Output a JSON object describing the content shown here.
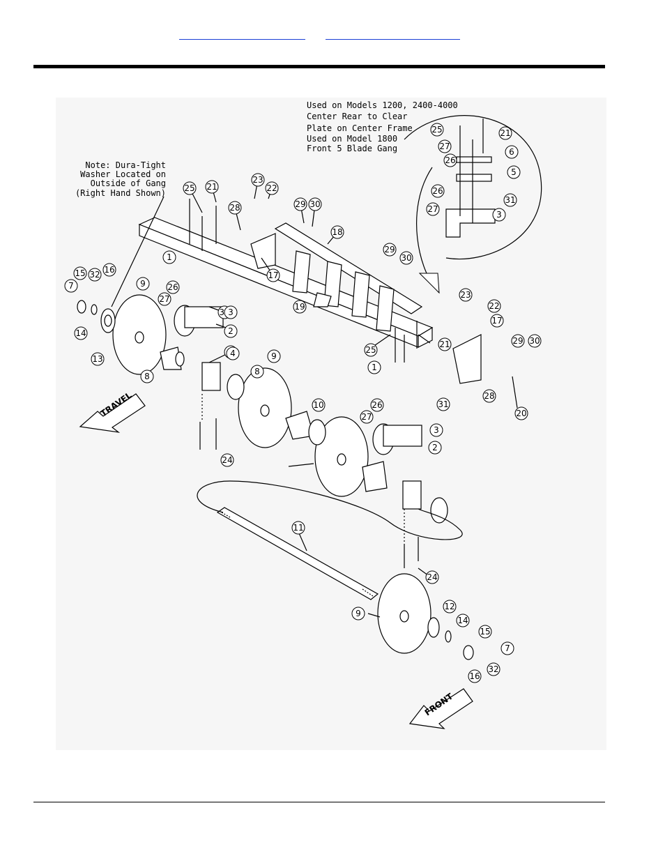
{
  "header": {
    "links": [
      "",
      ""
    ]
  },
  "diagram": {
    "notes": {
      "center_rear_lines": [
        "Used on Models 1200, 2400-4000",
        "Center Rear to Clear",
        "Plate on Center Frame",
        "Used on Model 1800",
        "Front 5 Blade Gang"
      ],
      "dura_tight_lines": [
        "Note: Dura-Tight",
        "Washer Located on",
        "Outside of Gang",
        "(Right Hand Shown)"
      ]
    },
    "arrows": {
      "travel": "TRAVEL",
      "front": "FRONT"
    },
    "callouts": [
      "25",
      "21",
      "23",
      "22",
      "28",
      "29",
      "30",
      "18",
      "1",
      "17",
      "31",
      "26",
      "27",
      "3",
      "2",
      "4",
      "7",
      "15",
      "32",
      "16",
      "14",
      "13",
      "9",
      "8",
      "19",
      "29",
      "30",
      "23",
      "22",
      "21",
      "25",
      "17",
      "29",
      "30",
      "28",
      "20",
      "1",
      "26",
      "27",
      "31",
      "3",
      "2",
      "4",
      "8",
      "9",
      "10",
      "24",
      "24",
      "11",
      "9",
      "12",
      "14",
      "15",
      "7",
      "32",
      "16",
      "25",
      "27",
      "26",
      "21",
      "6",
      "5",
      "26",
      "27",
      "31",
      "3"
    ]
  }
}
